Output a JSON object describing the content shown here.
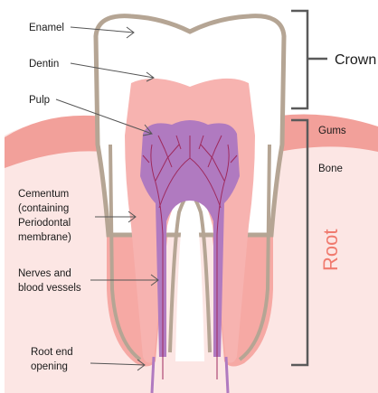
{
  "labels": {
    "enamel": "Enamel",
    "dentin": "Dentin",
    "pulp": "Pulp",
    "cementum_1": "Cementum",
    "cementum_2": "(containing",
    "cementum_3": "Periodontal",
    "cementum_4": "membrane)",
    "nerves_1": "Nerves and",
    "nerves_2": "blood vessels",
    "root_end_1": "Root end",
    "root_end_2": "opening",
    "gums": "Gums",
    "bone": "Bone",
    "crown": "Crown",
    "root": "Root"
  },
  "colors": {
    "gum": "#f2a09a",
    "gum_dark": "#ee8c86",
    "bone": "#fce6e4",
    "enamel_fill": "#ffffff",
    "enamel_outline": "#b5a594",
    "dentin": "#f7b3b0",
    "root_outer": "#f6a9a4",
    "pulp": "#b07ac0",
    "nerves": "#9e2a5e",
    "bracket": "#5a5a5a",
    "root_word": "#f07a6e"
  }
}
